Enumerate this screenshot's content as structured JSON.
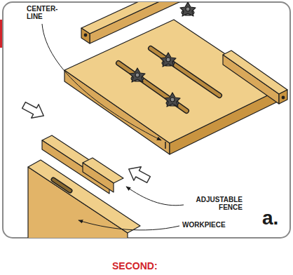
{
  "diagram": {
    "labels": [
      "CENTER- LINE",
      "ADJUSTABLE FENCE",
      "WORKPIECE",
      "a.",
      "SECOND:"
    ]
  }
}
